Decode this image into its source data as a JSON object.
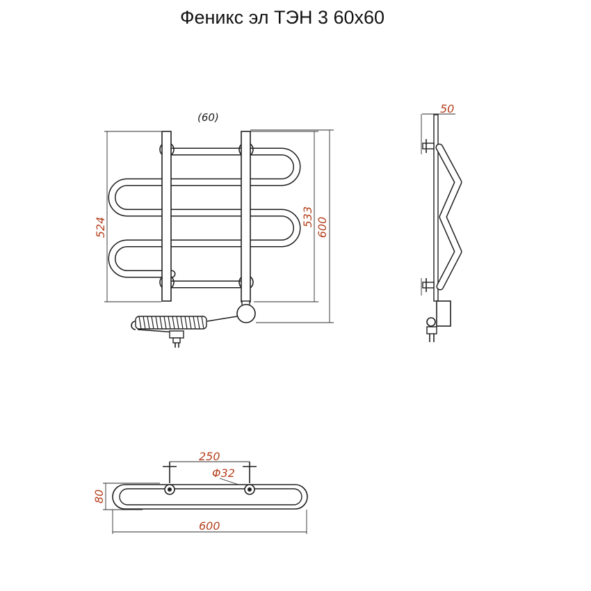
{
  "title": "Феникс эл ТЭН 3 60х60",
  "dimensions": {
    "spacing_note": "(60)",
    "left_height": "524",
    "middle_height": "533",
    "total_height": "600",
    "depth": "50",
    "mount_spacing": "250",
    "diameter": "Φ32",
    "top_depth": "80",
    "top_width": "600"
  },
  "colors": {
    "line": "#1e1e1e",
    "dimension_text": "#b5401e"
  }
}
